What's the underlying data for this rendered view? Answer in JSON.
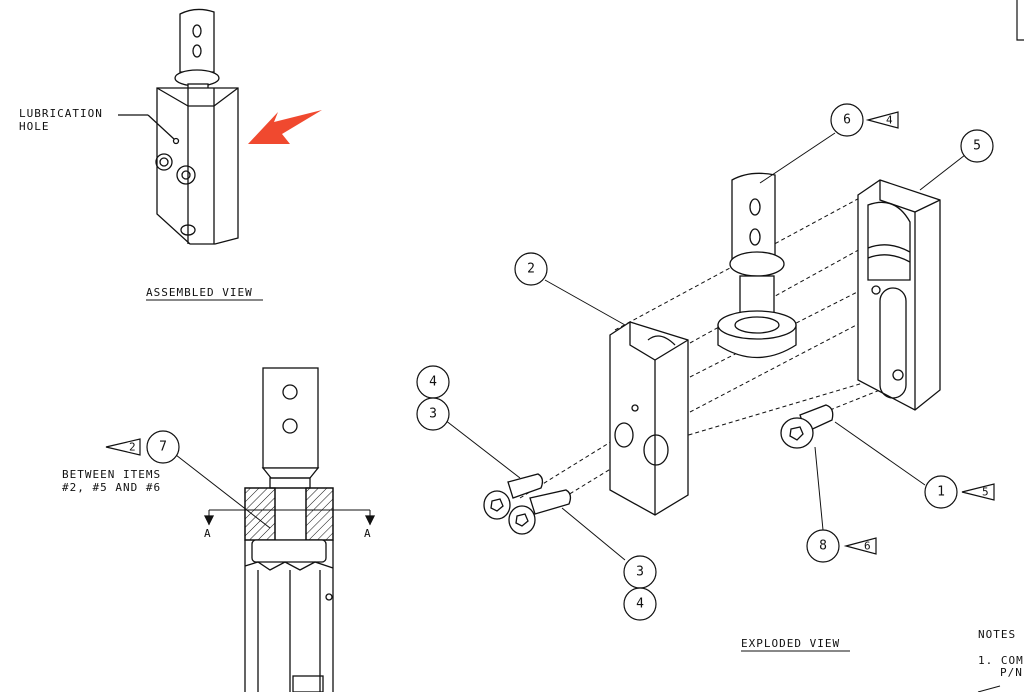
{
  "assembled": {
    "title": "ASSEMBLED VIEW",
    "lubrication_line1": "LUBRICATION",
    "lubrication_line2": "HOLE"
  },
  "section": {
    "between_line1": "BETWEEN ITEMS",
    "between_line2": "#2, #5 AND #6",
    "cut_label_left": "A",
    "cut_label_right": "A",
    "balloon": "7",
    "flag": "2"
  },
  "exploded": {
    "title": "EXPLODED VIEW"
  },
  "balloons": [
    {
      "item": "6",
      "flag": "4"
    },
    {
      "item": "5",
      "flag": ""
    },
    {
      "item": "2",
      "flag": ""
    },
    {
      "item": "4",
      "flag": ""
    },
    {
      "item": "3",
      "flag": ""
    },
    {
      "item": "3",
      "flag": ""
    },
    {
      "item": "4",
      "flag": ""
    },
    {
      "item": "1",
      "flag": "5"
    },
    {
      "item": "8",
      "flag": "6"
    }
  ],
  "notes": {
    "title": "NOTES",
    "line1": "1. COM",
    "line2": "P/N"
  },
  "colors": {
    "line": "#111111",
    "arrow": "#f0492f",
    "background": "#ffffff"
  }
}
